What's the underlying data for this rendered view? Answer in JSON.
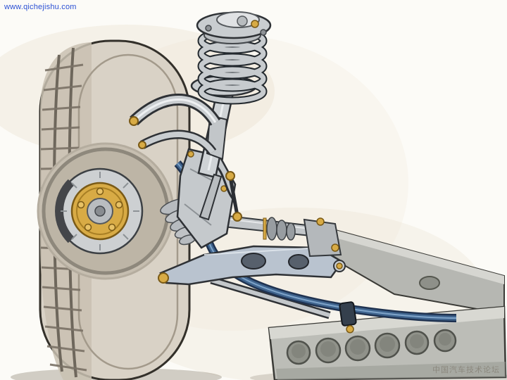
{
  "watermarks": {
    "top_left": "www.qichejishu.com",
    "bottom_right": "中国汽车技术论坛"
  },
  "illustration": {
    "subject": "Front MacPherson strut suspension cutaway technical illustration",
    "parts": [
      "tire",
      "tread-pattern",
      "wheel-rim",
      "brake-disc",
      "wheel-hub",
      "coil-spring",
      "strut-top-mount",
      "shock-absorber-strut",
      "upper-control-arm",
      "steering-knuckle",
      "cv-boot-outer",
      "drive-shaft",
      "cv-boot-inner",
      "shaft-support-bracket",
      "stabilizer-bar",
      "stabilizer-end-link",
      "stabilizer-clamp",
      "lower-control-arm",
      "subframe-upper-beam",
      "subframe-crossmember"
    ],
    "colors": {
      "background": "#fcfbf7",
      "metal_light": "#cfd3d6",
      "metal_mid": "#b6b7b2",
      "steel_blue": "#3f648e",
      "steel_blue_dark": "#1f3250",
      "brass_gold": "#d8ab45",
      "brass_edge": "#7a5a16",
      "tire_body": "#d9d2c6",
      "tire_tread": "#c9c1b2",
      "outline_ink": "#2e3135"
    }
  }
}
